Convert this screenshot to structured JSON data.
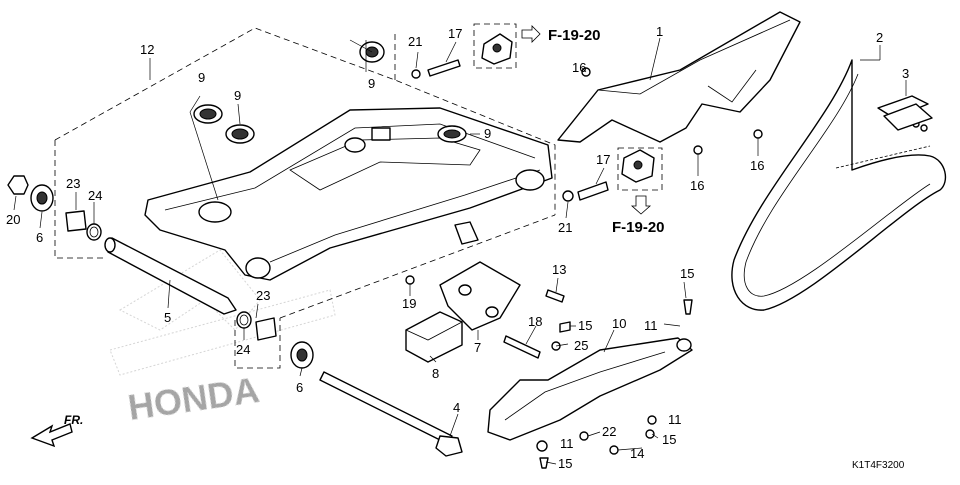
{
  "diagram": {
    "callouts": {
      "c1": "1",
      "c2": "2",
      "c3": "3",
      "c4": "4",
      "c5": "5",
      "c6a": "6",
      "c6b": "6",
      "c7": "7",
      "c8": "8",
      "c9a": "9",
      "c9b": "9",
      "c9c": "9",
      "c9d": "9",
      "c10": "10",
      "c11a": "11",
      "c11b": "11",
      "c11c": "11",
      "c12": "12",
      "c13": "13",
      "c14": "14",
      "c15a": "15",
      "c15b": "15",
      "c15c": "15",
      "c15d": "15",
      "c16a": "16",
      "c16b": "16",
      "c16c": "16",
      "c17a": "17",
      "c17b": "17",
      "c18": "18",
      "c19": "19",
      "c20": "20",
      "c21a": "21",
      "c21b": "21",
      "c22": "22",
      "c23a": "23",
      "c23b": "23",
      "c24a": "24",
      "c24b": "24",
      "c25": "25"
    },
    "references": {
      "top": "F-19-20",
      "bottom": "F-19-20"
    },
    "direction_label": "FR.",
    "diagram_code": "K1T4F3200",
    "watermark_text": "HONDA"
  }
}
